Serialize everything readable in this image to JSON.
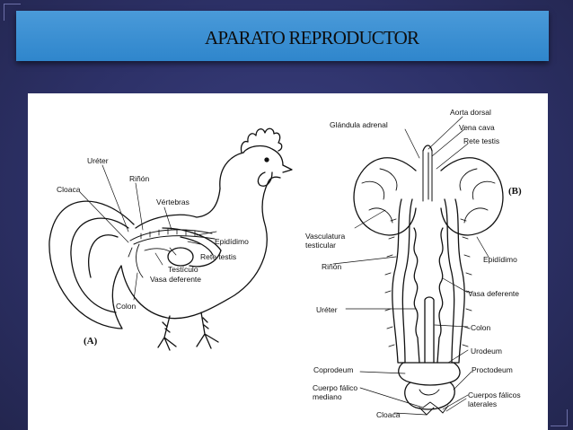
{
  "slide": {
    "title": "APARATO REPRODUCTOR"
  },
  "figure_a": {
    "panel_label": "(A)",
    "labels": {
      "ureter": "Uréter",
      "rinon": "Riñón",
      "cloaca": "Cloaca",
      "vertebras": "Vértebras",
      "epididimo": "Epidídimo",
      "rete_testis": "Rete testis",
      "testiculo": "Testículo",
      "vasa_deferente": "Vasa deferente",
      "colon": "Colon"
    }
  },
  "figure_b": {
    "panel_label": "(B)",
    "labels": {
      "aorta_dorsal": "Aorta dorsal",
      "glandula_adrenal": "Glándula adrenal",
      "vena_cava": "Vena cava",
      "rete_testis": "Rete testis",
      "vasculatura_line1": "Vasculatura",
      "vasculatura_line2": "testicular",
      "epididimo": "Epidídimo",
      "rinon": "Riñón",
      "vasa_deferente": "Vasa deferente",
      "ureter": "Uréter",
      "colon": "Colon",
      "urodeum": "Urodeum",
      "coprodeum": "Coprodeum",
      "proctodeum": "Proctodeum",
      "cuerpo_falico_line1": "Cuerpo fálico",
      "cuerpo_falico_line2": "mediano",
      "cuerpos_falicos_line1": "Cuerpos fálicos",
      "cuerpos_falicos_line2": "laterales",
      "cloaca": "Cloaca"
    }
  },
  "colors": {
    "background": "#2d3168",
    "title_bar": "#3b8fd2",
    "title_text": "#0d0d0d",
    "figure_bg": "#ffffff",
    "ink": "#111111"
  }
}
